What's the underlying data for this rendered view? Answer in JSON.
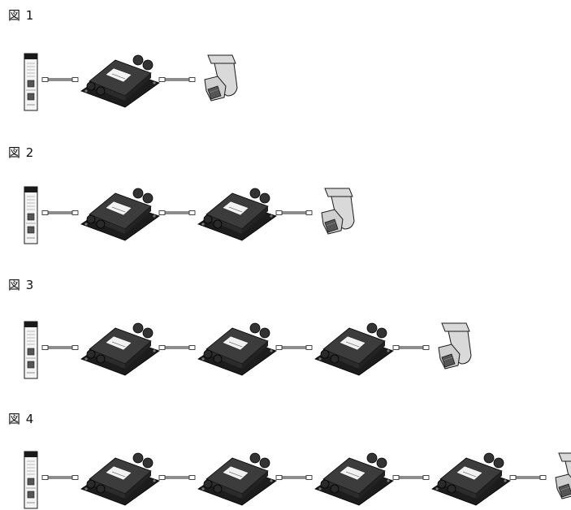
{
  "figures": [
    {
      "label": "図 1",
      "extenders": 1
    },
    {
      "label": "図 2",
      "extenders": 2
    },
    {
      "label": "図 3",
      "extenders": 3
    },
    {
      "label": "図 4",
      "extenders": 4
    }
  ],
  "colors": {
    "extender_body": "#2b2b2b",
    "extender_top": "#3c3c3c",
    "extender_label": "#f2f2f2",
    "switch_body": "#f4f4f4",
    "camera_body": "#d9d9d9",
    "outline": "#1a1a1a"
  },
  "icons": {
    "switch": "poe-switch-icon",
    "extender": "poe-extender-icon",
    "cable": "ethernet-cable-icon",
    "camera": "ptz-camera-icon"
  }
}
